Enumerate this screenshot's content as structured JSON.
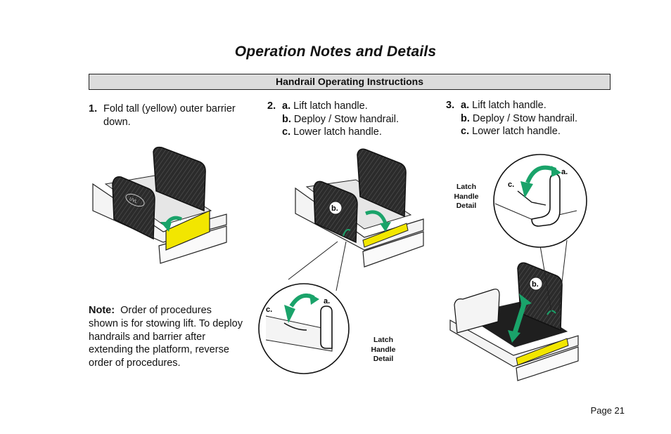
{
  "page": {
    "title": "Operation Notes and Details",
    "section_header": "Handrail Operating Instructions",
    "page_number": "Page 21"
  },
  "steps": [
    {
      "number": "1.",
      "lines": [
        "Fold tall (yellow) outer barrier",
        "down."
      ]
    },
    {
      "number": "2.",
      "items": [
        {
          "letter": "a.",
          "text": "Lift latch handle."
        },
        {
          "letter": "b.",
          "text": "Deploy / Stow handrail."
        },
        {
          "letter": "c.",
          "text": "Lower latch handle."
        }
      ]
    },
    {
      "number": "3.",
      "items": [
        {
          "letter": "a.",
          "text": "Lift latch handle."
        },
        {
          "letter": "b.",
          "text": "Deploy / Stow handrail."
        },
        {
          "letter": "c.",
          "text": "Lower latch handle."
        }
      ]
    }
  ],
  "note": {
    "label": "Note:",
    "text": "Order of procedures shown is for stowing lift.  To deploy handrails and barrier after extending the platform, reverse order of procedures."
  },
  "illustrations": {
    "detail_label_lines": [
      "Latch",
      "Handle",
      "Detail"
    ],
    "callouts": {
      "a": "a.",
      "b": "b.",
      "c": "c."
    },
    "logo_text": "UVL"
  },
  "colors": {
    "barrier_yellow": "#f2e600",
    "arrow_green": "#1aa36a",
    "panel_dark": "#2b2b2b",
    "section_bar": "#dcdcdc"
  }
}
